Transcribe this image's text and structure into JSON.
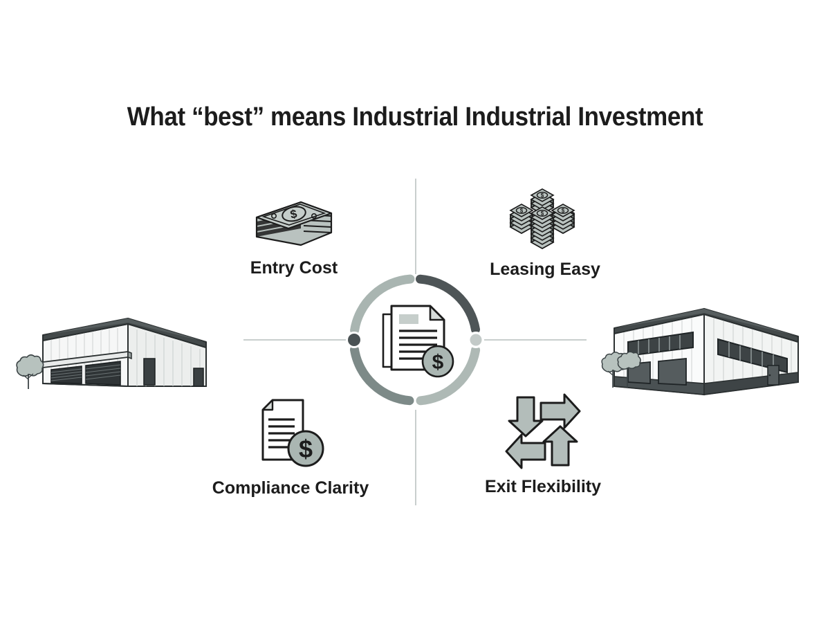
{
  "page": {
    "background_color": "#ffffff",
    "title": "What “best” means Industrial Industrial Investment",
    "title_color": "#1c1c1c"
  },
  "center": {
    "icon_name": "documents-with-dollar-coin-icon",
    "ring": {
      "segments": [
        {
          "name": "top-left-arc",
          "color": "#a9b5b1"
        },
        {
          "name": "top-right-arc",
          "color": "#4e5557"
        },
        {
          "name": "bottom-right-arc",
          "color": "#aeb9b5"
        },
        {
          "name": "bottom-left-arc",
          "color": "#7d8a88"
        }
      ],
      "nodes": [
        {
          "name": "left-node",
          "color": "#4a5254"
        },
        {
          "name": "right-node",
          "color": "#c3cac8"
        }
      ]
    }
  },
  "quadrants": [
    {
      "id": "entry-cost",
      "label": "Entry Cost",
      "icon_name": "cash-stack-icon",
      "position": "top-left"
    },
    {
      "id": "leasing-easy",
      "label": "Leasing Easy",
      "icon_name": "coin-stacks-icon",
      "position": "top-right"
    },
    {
      "id": "compliance-clarity",
      "label": "Compliance Clarity",
      "icon_name": "document-dollar-icon",
      "position": "bottom-left"
    },
    {
      "id": "exit-flexibility",
      "label": "Exit Flexibility",
      "icon_name": "cyclic-arrows-icon",
      "position": "bottom-right"
    }
  ],
  "illustrations": [
    {
      "id": "warehouse-left",
      "name": "warehouse-building-illustration",
      "features": [
        "corrugated-siding",
        "two-roll-up-bay-doors",
        "awning",
        "personnel-door",
        "tree"
      ]
    },
    {
      "id": "warehouse-right",
      "name": "warehouse-building-illustration",
      "features": [
        "corrugated-siding",
        "window-bands",
        "two-loading-bays",
        "dark-base-band",
        "trees"
      ]
    }
  ],
  "palette": {
    "dark": "#3c4446",
    "mid_gray": "#7d8a88",
    "sage": "#a9b5b1",
    "light_line": "#c8cecd",
    "ink": "#1c1c1c",
    "white": "#ffffff"
  }
}
